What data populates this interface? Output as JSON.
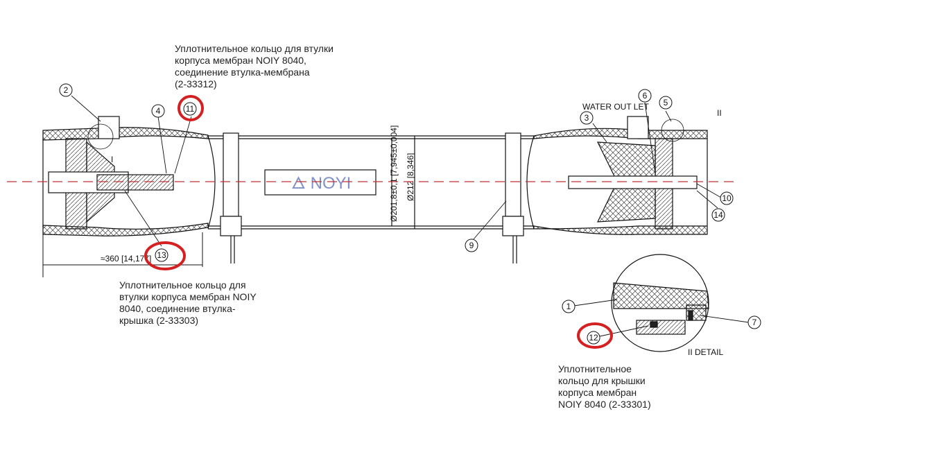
{
  "annotations": {
    "ring_11": "Уплотнительное кольцо для втулки\nкорпуса мембран NOIY 8040,\nсоединение втулка-мембрана\n(2-33312)",
    "ring_13": "Уплотнительное кольцо для\nвтулки корпуса мембран NOIY\n8040, соединение втулка-\nкрышка (2-33303)",
    "ring_12": "Уплотнительное\nкольцо для крышки\nкорпуса мембран\nNOIY 8040 (2-33301)"
  },
  "labels": {
    "water_outlet": "WATER OUT LET",
    "section_i": "I",
    "section_ii": "II",
    "detail": "II DETAIL",
    "length_dim": "≈360  [14,177]",
    "diam_inner": "Ø201,8±0,1 [7,945±0,004]",
    "diam_outer": "Ø212 [8,346]",
    "logo": "NOYI"
  },
  "callouts": [
    "1",
    "2",
    "3",
    "4",
    "5",
    "6",
    "7",
    "9",
    "10",
    "11",
    "12",
    "13",
    "14"
  ],
  "highlighted_callouts": [
    "11",
    "12",
    "13"
  ],
  "colors": {
    "highlight": "#d42020",
    "centerline": "#c03030",
    "logo": "#8090c8"
  }
}
